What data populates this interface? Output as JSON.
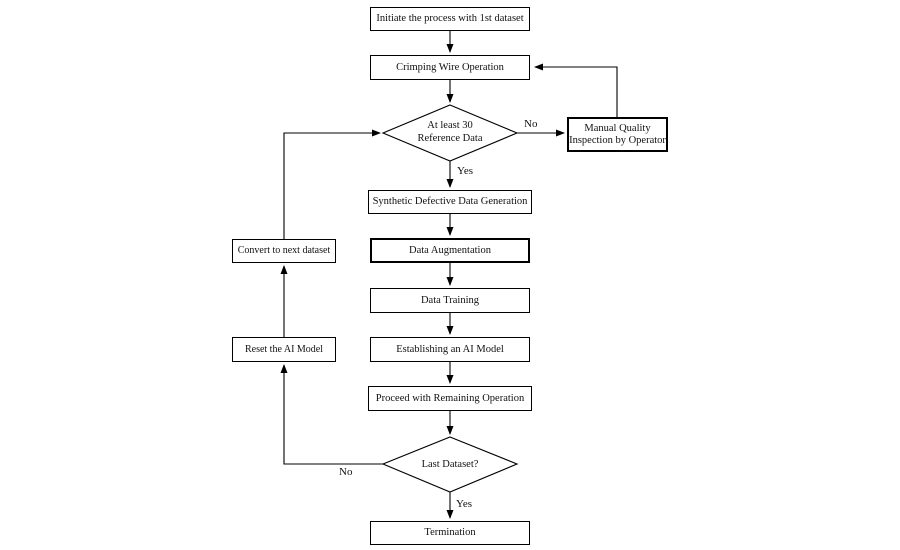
{
  "flowchart": {
    "nodes": {
      "initiate": {
        "label": "Initiate the process with 1st dataset"
      },
      "crimping": {
        "label": "Crimping Wire Operation"
      },
      "reference_check": {
        "line1": "At least 30",
        "line2": "Reference Data"
      },
      "manual_inspection": {
        "line1": "Manual Quality",
        "line2": "Inspection by Operator"
      },
      "synthetic": {
        "label": "Synthetic Defective Data Generation"
      },
      "augmentation": {
        "label": "Data Augmentation"
      },
      "training": {
        "label": "Data Training"
      },
      "establishing": {
        "label": "Establishing an AI Model"
      },
      "proceed": {
        "label": "Proceed with Remaining Operation"
      },
      "last_dataset": {
        "label": "Last Dataset?"
      },
      "termination": {
        "label": "Termination"
      },
      "convert_next": {
        "label": "Convert to next dataset"
      },
      "reset_model": {
        "label": "Reset the AI Model"
      }
    },
    "edge_labels": {
      "reference_no": "No",
      "reference_yes": "Yes",
      "last_no": "No",
      "last_yes": "Yes"
    },
    "colors": {
      "stroke": "#000000",
      "background": "#ffffff",
      "text": "#111111"
    }
  }
}
